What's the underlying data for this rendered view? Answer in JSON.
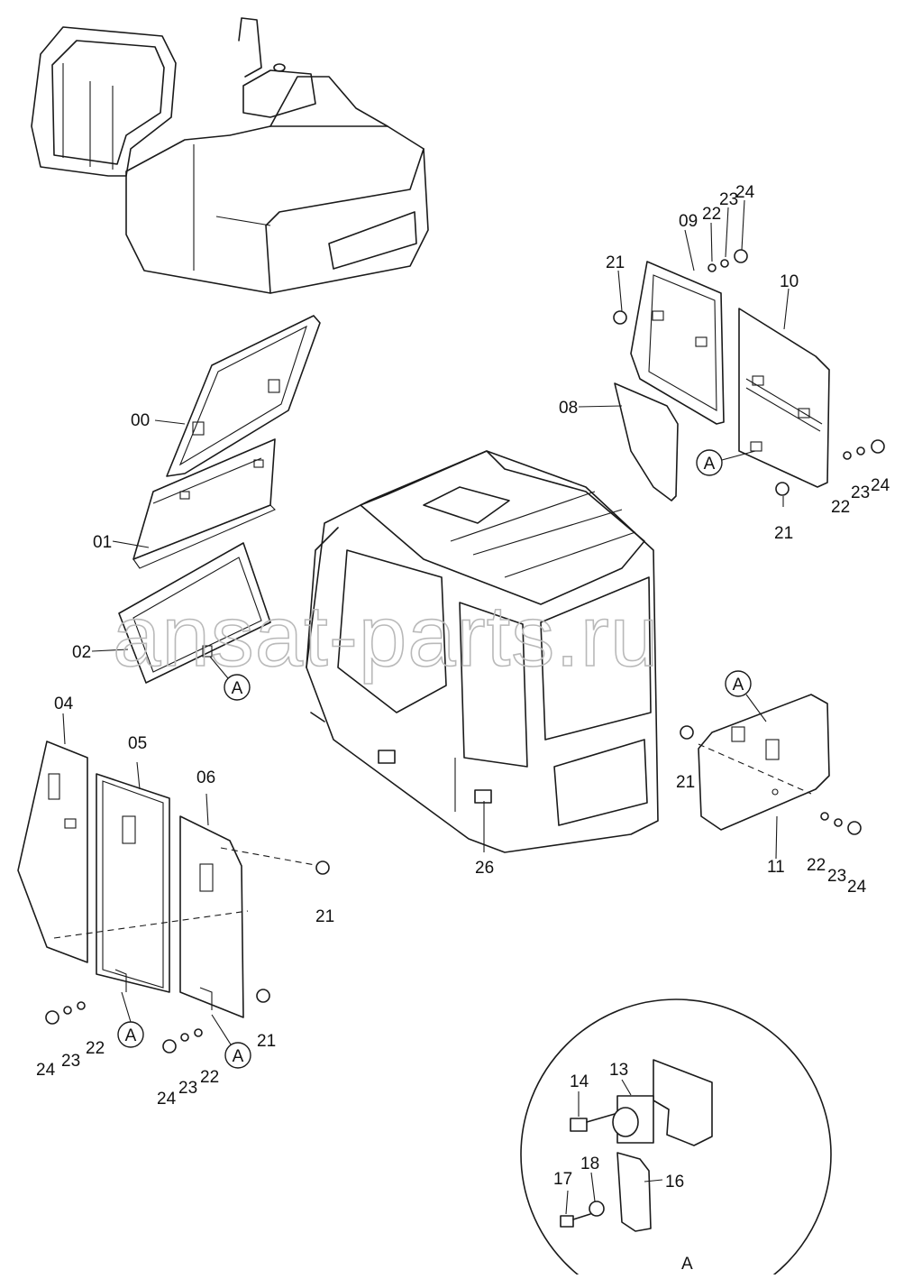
{
  "watermark": "ansat-parts.ru",
  "callout_letter": "A",
  "detail_label": "A",
  "part_labels": {
    "p00": "00",
    "p01": "01",
    "p02": "02",
    "p04": "04",
    "p05": "05",
    "p06": "06",
    "p08": "08",
    "p09": "09",
    "p10": "10",
    "p11": "11",
    "p13": "13",
    "p14": "14",
    "p16": "16",
    "p17": "17",
    "p18": "18",
    "p21": "21",
    "p22": "22",
    "p23": "23",
    "p24": "24",
    "p26": "26"
  }
}
